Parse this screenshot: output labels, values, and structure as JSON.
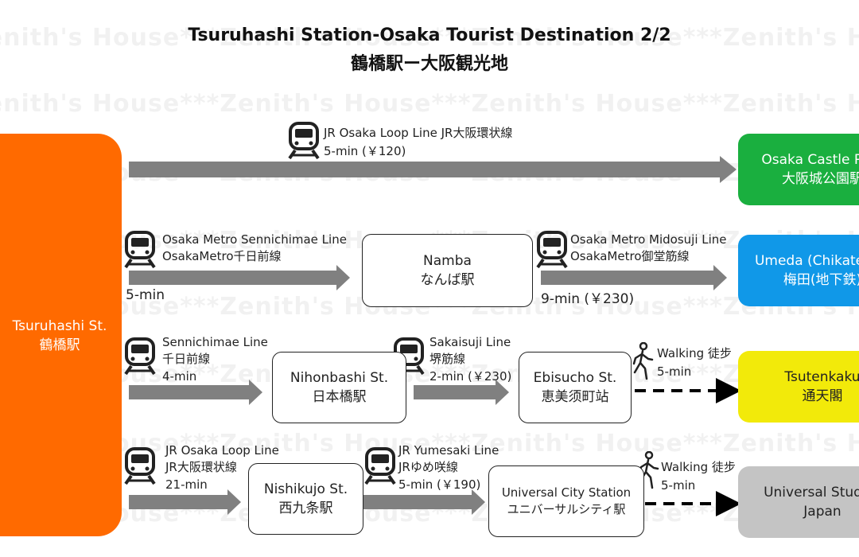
{
  "watermark": "Zenith's House***Zenith's House***Zenith's House***Zenith's House***Zenith's House",
  "title_en": "Tsuruhashi Station-Osaka Tourist Destination 2/2",
  "title_jp": "鶴橋駅ー大阪観光地",
  "origin": {
    "name_en": "Tsuruhashi St.",
    "name_jp": "鶴橋駅"
  },
  "routes": {
    "r1": {
      "line_en": "JR Osaka Loop Line JR大阪環状線",
      "time": "5-min (￥120)",
      "dest": {
        "name_en": "Osaka Castle Park",
        "name_jp": "大阪城公園駅",
        "color": "#1aaf3f"
      }
    },
    "r2": {
      "leg1_en": "Osaka Metro Sennichimae Line",
      "leg1_jp": "OsakaMetro千日前線",
      "leg1_time": "5-min",
      "mid_en": "Namba",
      "mid_jp": "なんば駅",
      "leg2_en": "Osaka Metro Midosuji Line",
      "leg2_jp": "OsakaMetro御堂筋線",
      "leg2_time": "9-min (￥230)",
      "dest": {
        "name_en": "Umeda (Chikatetsu)",
        "name_jp": "梅田(地下鉄)",
        "color": "#1098e8"
      }
    },
    "r3": {
      "leg1_en": "Sennichimae Line",
      "leg1_jp": "千日前線",
      "leg1_time": "4-min",
      "mid1_en": "Nihonbashi St.",
      "mid1_jp": "日本橋駅",
      "leg2_en": "Sakaisuji Line",
      "leg2_jp": "堺筋線",
      "leg2_time": "2-min (￥230)",
      "mid2_en": "Ebisucho St.",
      "mid2_jp": "恵美须町站",
      "walk": "Walking 徒步",
      "walk_time": "5-min",
      "dest": {
        "name_en": "Tsutenkaku",
        "name_jp": "通天閣",
        "color": "#f2ea0a"
      }
    },
    "r4": {
      "leg1_en": "JR Osaka Loop Line",
      "leg1_jp": "JR大阪環状線",
      "leg1_time": "21-min",
      "mid1_en": "Nishikujo St.",
      "mid1_jp": "西九条駅",
      "leg2_en": "JR Yumesaki Line",
      "leg2_jp": "JRゆめ咲線",
      "leg2_time": "5-min (￥190)",
      "mid2_en": "Universal City Station",
      "mid2_jp": "ユニバーサルシティ駅",
      "walk": "Walking 徒步",
      "walk_time": "5-min",
      "dest": {
        "name_en": "Universal Studios",
        "name_jp": "Japan",
        "color": "#c4c4c4"
      }
    }
  },
  "colors": {
    "arrow": "#808080",
    "text": "#222222"
  }
}
